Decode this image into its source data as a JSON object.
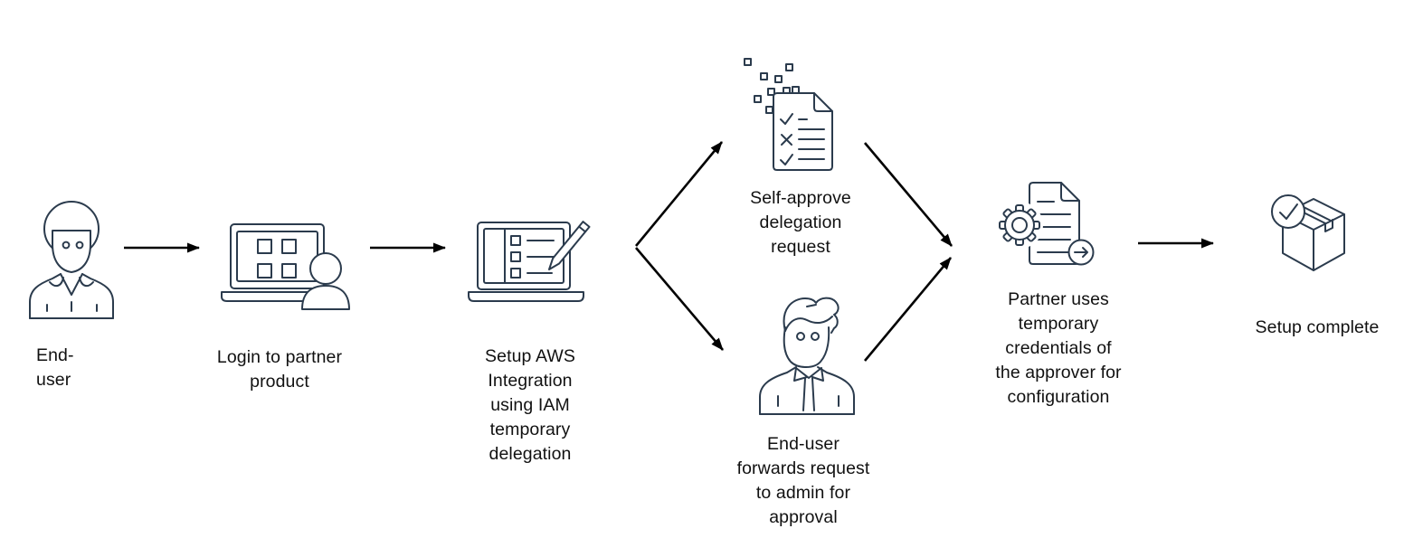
{
  "theme": {
    "bg": "#ffffff",
    "icon-stroke": "#2b3b4d",
    "arrow-color": "#000000",
    "text-color": "#111111"
  },
  "diagram": {
    "description": "Flow diagram of IAM temporary delegation setup via a partner product",
    "nodes": [
      {
        "id": "end-user",
        "icon": "user-icon",
        "label": "End-\nuser"
      },
      {
        "id": "login-partner-product",
        "icon": "laptop-user-icon",
        "label": "Login to partner\nproduct"
      },
      {
        "id": "setup-aws-integration",
        "icon": "laptop-checklist-pencil-icon",
        "label": "Setup AWS\nIntegration\nusing IAM\ntemporary\ndelegation"
      },
      {
        "id": "self-approve-request",
        "icon": "approved-request-document-icon",
        "label": "Self-approve\ndelegation\nrequest"
      },
      {
        "id": "forward-to-admin",
        "icon": "admin-user-icon",
        "label": "End-user\nforwards request\nto admin for\napproval"
      },
      {
        "id": "partner-uses-credentials",
        "icon": "document-gear-arrow-icon",
        "label": "Partner uses\ntemporary\ncredentials of\nthe approver for\nconfiguration"
      },
      {
        "id": "setup-complete",
        "icon": "package-check-icon",
        "label": "Setup complete"
      }
    ],
    "edges": [
      {
        "from": "end-user",
        "to": "login-partner-product"
      },
      {
        "from": "login-partner-product",
        "to": "setup-aws-integration"
      },
      {
        "from": "setup-aws-integration",
        "to": "self-approve-request"
      },
      {
        "from": "setup-aws-integration",
        "to": "forward-to-admin"
      },
      {
        "from": "self-approve-request",
        "to": "partner-uses-credentials"
      },
      {
        "from": "forward-to-admin",
        "to": "partner-uses-credentials"
      },
      {
        "from": "partner-uses-credentials",
        "to": "setup-complete"
      }
    ]
  }
}
